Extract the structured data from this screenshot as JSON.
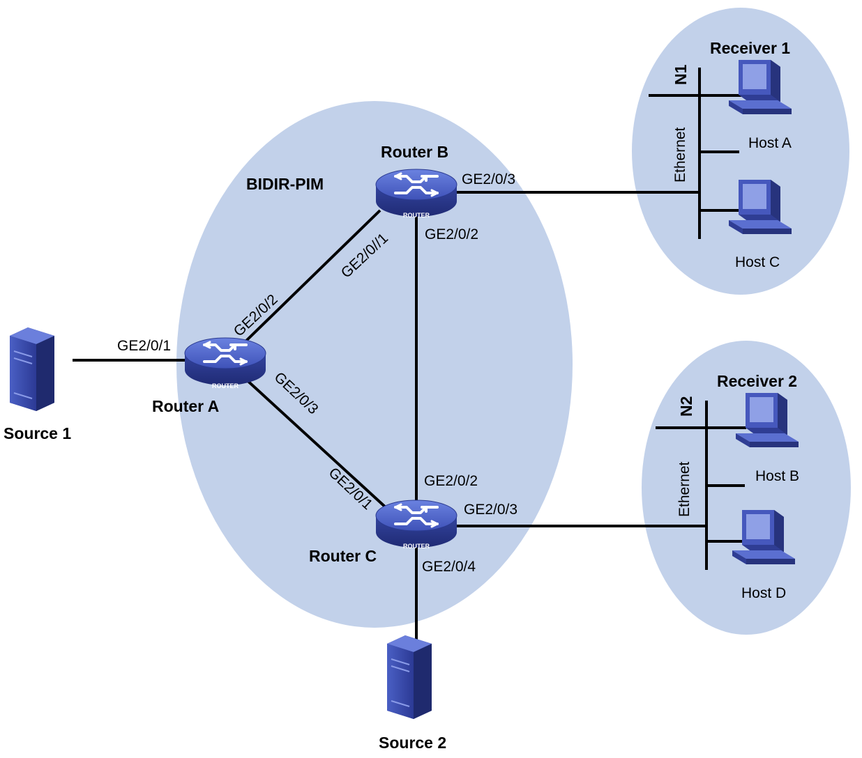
{
  "domains": {
    "bidir": "BIDIR-PIM",
    "receiver1": "Receiver 1",
    "receiver2": "Receiver 2"
  },
  "networks": {
    "n1": "N1",
    "n2": "N2",
    "ethernet1": "Ethernet",
    "ethernet2": "Ethernet"
  },
  "routers": {
    "a": {
      "name": "Router A",
      "badge": "ROUTER"
    },
    "b": {
      "name": "Router B",
      "badge": "ROUTER"
    },
    "c": {
      "name": "Router C",
      "badge": "ROUTER"
    }
  },
  "sources": {
    "s1": "Source 1",
    "s2": "Source 2"
  },
  "hosts": {
    "a": "Host A",
    "b": "Host B",
    "c": "Host C",
    "d": "Host D"
  },
  "interfaces": {
    "a_ge1": "GE2/0/1",
    "a_ge2": "GE2/0/2",
    "a_ge3": "GE2/0/3",
    "b_ge1": "GE2/0//1",
    "b_ge2": "GE2/0/2",
    "b_ge3": "GE2/0/3",
    "c_ge1": "GE2/0/1",
    "c_ge2": "GE2/0/2",
    "c_ge3": "GE2/0/3",
    "c_ge4": "GE2/0/4"
  },
  "colors": {
    "domain_fill": "#c2d1ea",
    "router_top": "#5b6fd0",
    "router_side": "#2f3f9a",
    "device_blue": "#3a4fb0"
  }
}
